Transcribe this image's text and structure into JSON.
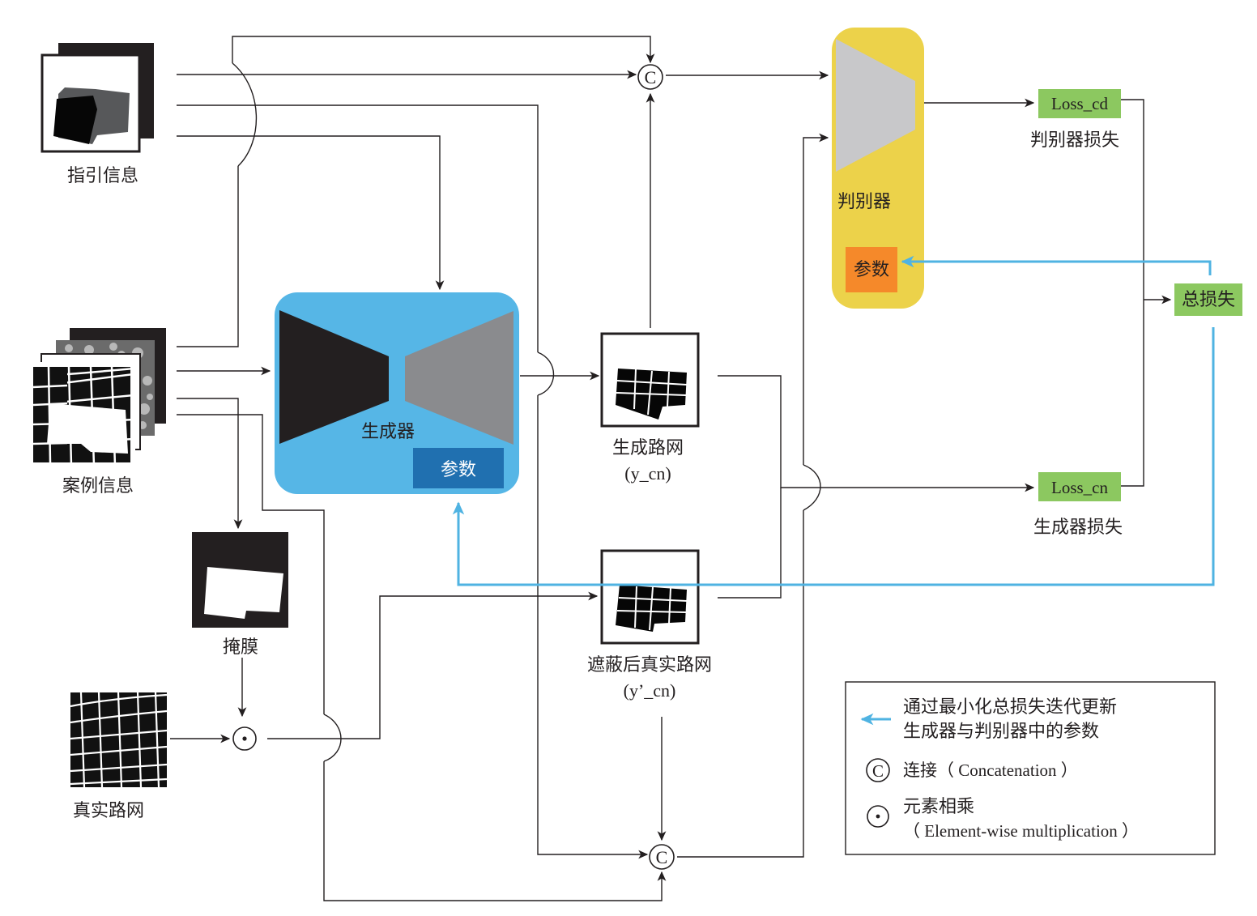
{
  "labels": {
    "guidance": "指引信息",
    "case": "案例信息",
    "mask": "掩膜",
    "real_road": "真实路网",
    "generator": "生成器",
    "generator_params": "参数",
    "generated_road": "生成路网",
    "generated_road_var": "(y_cn)",
    "masked_real_road": "遮蔽后真实路网",
    "masked_real_road_var": "(y’_cn)",
    "discriminator": "判别器",
    "discriminator_params": "参数",
    "loss_cd": "Loss_cd",
    "loss_cd_caption": "判别器损失",
    "loss_cn": "Loss_cn",
    "loss_cn_caption": "生成器损失",
    "total_loss": "总损失",
    "concat_symbol": "C",
    "multiply_symbol": "⊙"
  },
  "legend": {
    "update_line1": "通过最小化总损失迭代更新",
    "update_line2": "生成器与判别器中的参数",
    "concat": "连接（ Concatenation ）",
    "multiply_line1": "元素相乘",
    "multiply_line2": "（ Element-wise multiplication ）"
  },
  "colors": {
    "generator_bg": "#56b6e6",
    "generator_params": "#2070b0",
    "discriminator_bg": "#ecd24a",
    "discriminator_params": "#f5892a",
    "loss_box": "#8cc860",
    "update_arrow": "#4fb3e2",
    "encoder": "#231f20",
    "decoder": "#8a8b8e",
    "discriminator_shape": "#c8c8ca"
  },
  "icons": {
    "concat": "circled-c-icon",
    "multiply": "circled-dot-icon",
    "update_arrow": "arrow-left-icon"
  }
}
